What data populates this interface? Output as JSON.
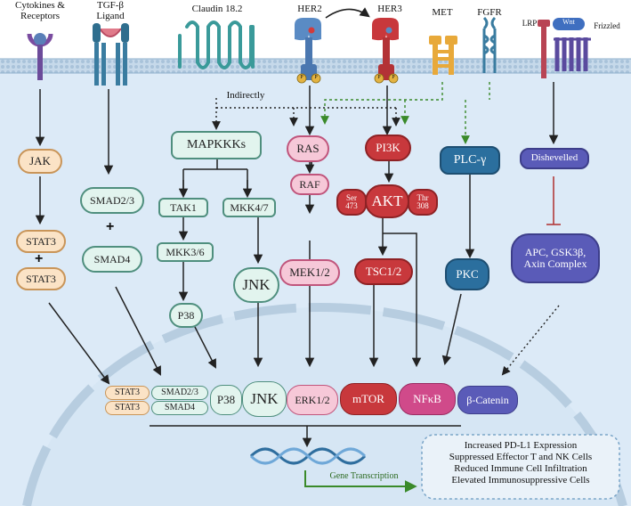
{
  "receptors": {
    "cytokines": "Cytokines &\nReceptors",
    "tgfb": "TGF-β\nLigand",
    "claudin": "Claudin 18.2",
    "her2": "HER2",
    "her3": "HER3",
    "met": "MET",
    "fgfr": "FGFR",
    "lrp": "LRP",
    "wnt": "Wnt",
    "frizzled": "Frizzled",
    "phospho": "P"
  },
  "labels": {
    "indirectly": "Indirectly",
    "gene_transcription": "Gene Transcription",
    "plus": "+"
  },
  "nodes": {
    "jak": "JAK",
    "stat3_a": "STAT3",
    "stat3_b": "STAT3",
    "smad23": "SMAD2/3",
    "smad4": "SMAD4",
    "mapkkks": "MAPKKKs",
    "tak1": "TAK1",
    "mkk47": "MKK4/7",
    "mkk36": "MKK3/6",
    "p38": "P38",
    "jnk": "JNK",
    "ras": "RAS",
    "raf": "RAF",
    "mek12": "MEK1/2",
    "pi3k": "PI3K",
    "akt": "AKT",
    "ser473": "Ser\n473",
    "thr308": "Thr\n308",
    "tsc12": "TSC1/2",
    "plcg": "PLC-γ",
    "pkc": "PKC",
    "dishevelled": "Dishevelled",
    "apc": "APC, GSK3β,\nAxin Complex"
  },
  "nucleus_row": {
    "stat3_top": "STAT3",
    "stat3_bottom": "STAT3",
    "smad23": "SMAD2/3",
    "smad4": "SMAD4",
    "p38": "P38",
    "jnk": "JNK",
    "erk12": "ERK1/2",
    "mtor": "mTOR",
    "nfkb": "NFκB",
    "bcatenin": "β-Catenin"
  },
  "outcomes": [
    "Increased PD-L1 Expression",
    "Suppressed Effector T and NK Cells",
    "Reduced Immune Cell Infiltration",
    "Elevated Immunosuppressive Cells"
  ],
  "colors": {
    "cytoplasm": "#dceaf7",
    "membrane": "#c9dcec",
    "orange_fill": "#fbe3c6",
    "orange_stroke": "#c99559",
    "teal_fill": "#e2f4ee",
    "teal_stroke": "#4f8f7e",
    "pink_fill": "#f6c8d8",
    "pink_stroke": "#c0557c",
    "red_fill": "#c8383c",
    "blue_fill": "#2b6f9e",
    "purple_fill": "#5a5bb8",
    "green_arrow": "#3a8a2a",
    "dark_red": "#b23a3a"
  }
}
